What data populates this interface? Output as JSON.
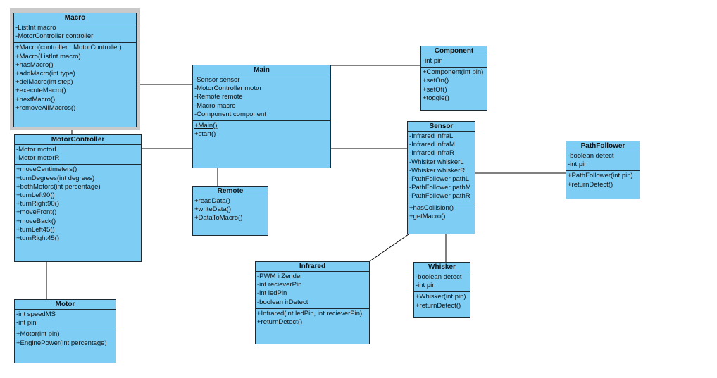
{
  "diagram": {
    "classes": {
      "macro": {
        "name": "Macro",
        "attributes": [
          "-ListInt macro",
          "-MotorController controller"
        ],
        "operations": [
          "+Macro(controller : MotorController)",
          "+Macro(ListInt macro)",
          "+hasMacro()",
          "+addMacro(int type)",
          "+delMacro(int step)",
          "+executeMacro()",
          "+nextMacro()",
          "+removeAllMacros()"
        ]
      },
      "motorcontroller": {
        "name": "MotorController",
        "attributes": [
          "-Motor motorL",
          "-Motor motorR"
        ],
        "operations": [
          "+moveCentimeters()",
          "+turnDegrees(int degrees)",
          "+bothMotors(int percentage)",
          "+turnLeft90()",
          "+turnRight90()",
          "+moveFront()",
          "+moveBack()",
          "+turnLeft45()",
          "+turnRight45()"
        ]
      },
      "motor": {
        "name": "Motor",
        "attributes": [
          "-int speedMS",
          "-int pin"
        ],
        "operations": [
          "+Motor(int pin)",
          "+EnginePower(int percentage)"
        ]
      },
      "main": {
        "name": "Main",
        "attributes": [
          "-Sensor sensor",
          "-MotorController motor",
          "-Remote remote",
          "-Macro macro",
          "-Component component"
        ],
        "operations": [
          "+Main()",
          "+start()"
        ]
      },
      "remote": {
        "name": "Remote",
        "attributes": [],
        "operations": [
          "+readData()",
          "+writeData()",
          "+DataToMacro()"
        ]
      },
      "component": {
        "name": "Component",
        "attributes": [
          "-int pin"
        ],
        "operations": [
          "+Component(int pin)",
          "+setOn()",
          "+setOf()",
          "+toggle()"
        ]
      },
      "sensor": {
        "name": "Sensor",
        "attributes": [
          "-Infrared infraL",
          "-Infrared infraM",
          "-Infrared infraR",
          "-Whisker whiskerL",
          "-Whisker whiskerR",
          "-PathFollower pathL",
          "-PathFollower pathM",
          "-PathFollower pathR"
        ],
        "operations": [
          "+hasCollision()",
          "+getMacro()"
        ]
      },
      "pathfollower": {
        "name": "PathFollower",
        "attributes": [
          "-boolean detect",
          "-int pin"
        ],
        "operations": [
          "+PathFollower(int pin)",
          "+returnDetect()"
        ]
      },
      "infrared": {
        "name": "Infrared",
        "attributes": [
          "-PWM irZender",
          "-int recieverPin",
          "-int ledPin",
          "-boolean irDetect"
        ],
        "operations": [
          "+Infrared(int ledPin, int recieverPin)",
          "+returnDetect()"
        ]
      },
      "whisker": {
        "name": "Whisker",
        "attributes": [
          "-boolean detect",
          "-int pin"
        ],
        "operations": [
          "+Whisker(int pin)",
          "+returnDetect()"
        ]
      }
    },
    "colors": {
      "class_fill": "#7ecdf4",
      "border": "#1e2a33",
      "selection": "#c9c9c9",
      "link": "#000000"
    }
  }
}
